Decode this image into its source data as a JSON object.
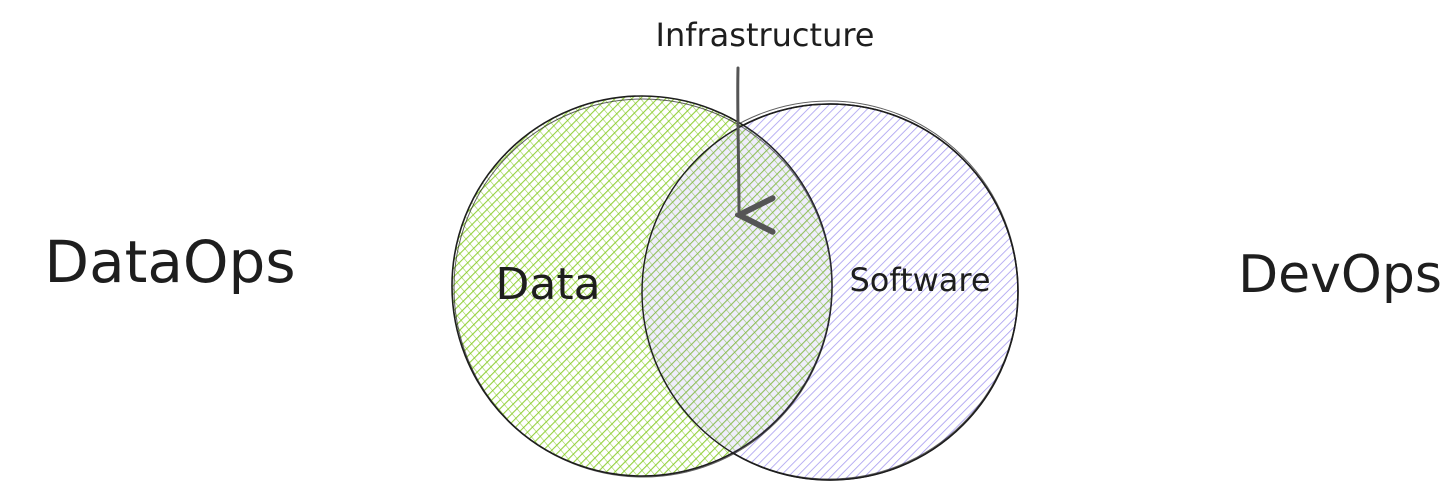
{
  "labels": {
    "left": "DataOps",
    "right": "DevOps",
    "top": "Infrastructure"
  },
  "circles": {
    "data": {
      "label": "Data",
      "fill": "#82c91e"
    },
    "software": {
      "label": "Software",
      "fill": "#a79cf0"
    }
  },
  "colors": {
    "stroke": "#1e1e1e",
    "arrow": "#555555"
  }
}
